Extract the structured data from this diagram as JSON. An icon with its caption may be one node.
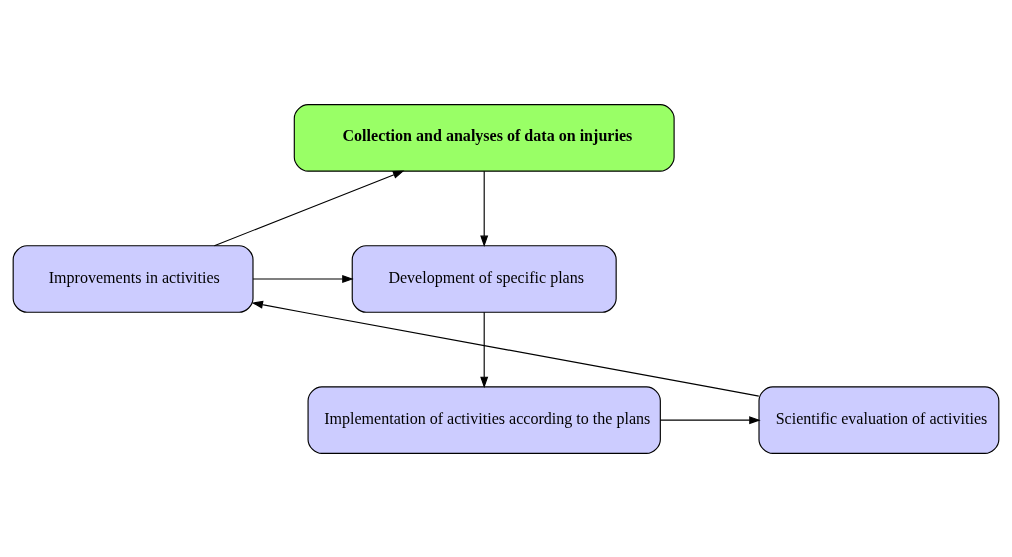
{
  "diagram": {
    "nodes": [
      {
        "text": [
          "Collection and analyses of data on injuries"
        ]
      },
      {
        "text": [
          "Improvements in activities"
        ]
      },
      {
        "text": [
          "Development of specific plans"
        ]
      },
      {
        "text": [
          "Scientific evaluation of activities"
        ]
      },
      {
        "text": [
          "Implementation of activities according to the plans"
        ]
      }
    ],
    "edges": [
      {
        "from": 1,
        "to": 0,
        "arrow": "to"
      },
      {
        "from": 0,
        "to": 2,
        "arrow": "to"
      },
      {
        "from": 1,
        "to": 2,
        "arrow": "to"
      },
      {
        "from": 2,
        "to": 4,
        "arrow": "to"
      },
      {
        "from": 4,
        "to": 3,
        "arrow": "to"
      },
      {
        "from": 3,
        "to": 1,
        "arrow": "to"
      }
    ]
  }
}
